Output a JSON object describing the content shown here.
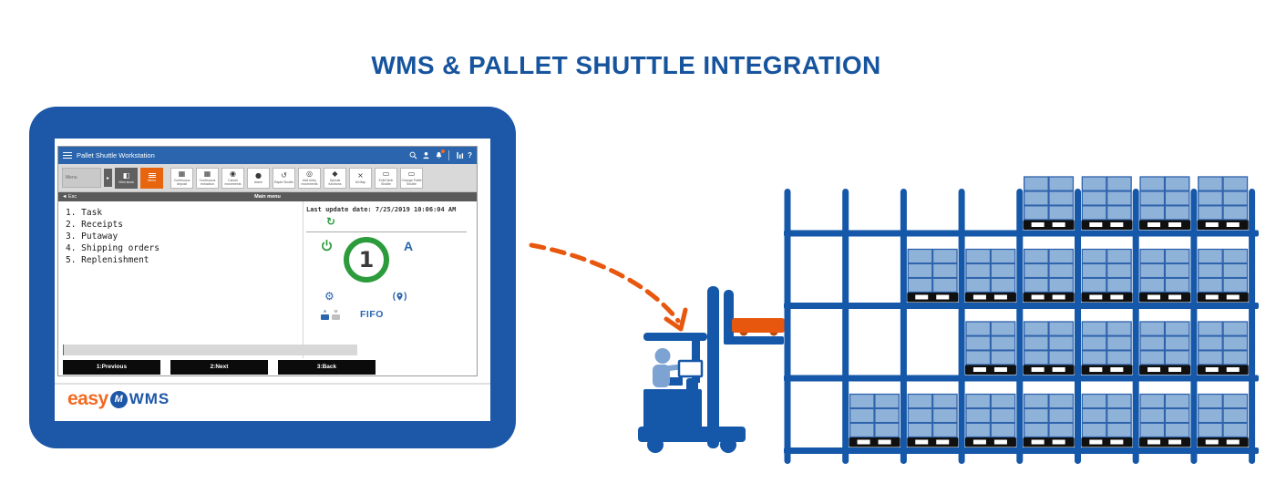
{
  "title": "WMS & PALLET SHUTTLE INTEGRATION",
  "tablet": {
    "app_header": {
      "title": "Pallet Shuttle Workstation",
      "help_label": "?"
    },
    "toolbar": {
      "menu_dropdown_label": "Menu",
      "caret_label": "▸",
      "view_button": {
        "icon": "◧",
        "label": "View stock"
      },
      "menu_button": {
        "label": "Menu"
      },
      "buttons": [
        {
          "icon": "▦",
          "label": "Continuous deposit"
        },
        {
          "icon": "▦",
          "label": "Continuous extraction"
        },
        {
          "icon": "◉",
          "label": "Cancel movements"
        },
        {
          "icon": "●",
          "label": "Alarm"
        },
        {
          "icon": "↺",
          "label": "Rapid Shuttle"
        },
        {
          "icon": "◎",
          "label": "Add entry movements"
        },
        {
          "icon": "◆",
          "label": "Special functions"
        },
        {
          "icon": "×",
          "label": "All Map"
        },
        {
          "icon": "▭",
          "label": "Exit/Climb Shuttle"
        },
        {
          "icon": "▭",
          "label": "Change Pallet Shuttle"
        }
      ]
    },
    "breadcrumb": {
      "esc_label": "◄ Esc",
      "title": "Main menu"
    },
    "menu_items": [
      "1. Task",
      "2. Receipts",
      "3. Putaway",
      "4. Shipping orders",
      "5. Replenishment"
    ],
    "status_panel": {
      "last_update": "Last update date: 7/25/2019 10:06:04 AM",
      "refresh_glyph": "↻",
      "shuttle_number": "1",
      "zone_letter": "A",
      "gear_glyph": "⚙",
      "am_a": "A",
      "am_m": "M",
      "fifo_label": "FIFO"
    },
    "command_input_value": "",
    "footer_buttons": [
      "1:Previous",
      "2:Next",
      "3:Back"
    ],
    "logo": {
      "easy": "easy",
      "mark": "M",
      "wms": "WMS"
    }
  },
  "rack": {
    "levels": 4,
    "bays": 8,
    "occupancy": [
      [
        0,
        0,
        0,
        0,
        1,
        1,
        1,
        1
      ],
      [
        0,
        0,
        1,
        1,
        1,
        1,
        1,
        1
      ],
      [
        0,
        0,
        0,
        1,
        1,
        1,
        1,
        1
      ],
      [
        0,
        1,
        1,
        1,
        1,
        1,
        1,
        1
      ]
    ]
  },
  "colors": {
    "title_blue": "#17549e",
    "brand_blue": "#1557a8",
    "header_blue": "#2a65ad",
    "accent_orange": "#e8650f",
    "shuttle_orange": "#e8570e",
    "dark_orange": "#b54a0e",
    "green": "#2c9b3c",
    "box_fill": "#8fb2d9",
    "box_border": "#2e62ab",
    "pallet_black": "#101010",
    "person_blue": "#7ca3d2"
  }
}
